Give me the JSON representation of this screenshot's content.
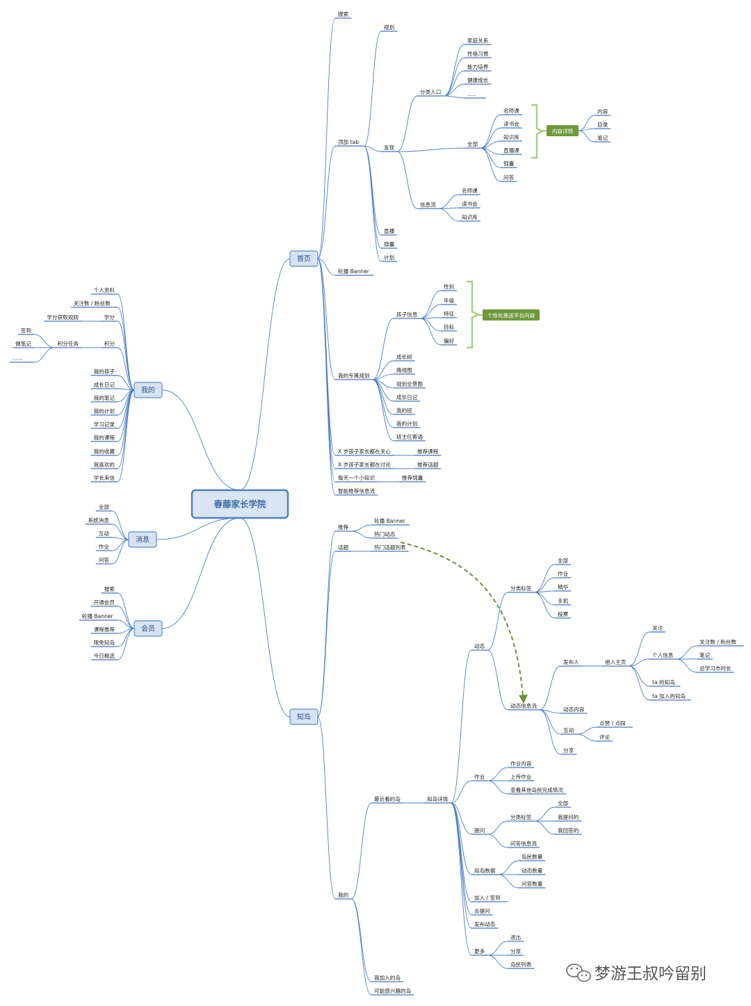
{
  "colors": {
    "line": "#4a7fc4",
    "underline": "#3f76c5",
    "main_fill": "#d6e3f2",
    "main_stroke": "#5b8bc4",
    "root_fill": "#d9e5f3",
    "root_stroke": "#4e80bf",
    "green": "#6e9a3a",
    "bracket": "#a8cf86",
    "arrow": "#6d8f36"
  },
  "root": {
    "label": "春藤家长学院"
  },
  "watermark": {
    "label": "梦游王叔吟留别",
    "icon": "wechat-icon"
  },
  "tree": {
    "home": {
      "label": "首页",
      "search": "搜索",
      "top_tab": {
        "label": "顶部 tab",
        "plan": "规划",
        "discover": {
          "label": "发现",
          "category_entry": {
            "label": "分类入口",
            "items": [
              "家庭关系",
              "性格习惯",
              "能力培养",
              "健康成长",
              "....."
            ]
          },
          "all": {
            "label": "全部",
            "items": [
              "名师课",
              "读书会",
              "知识库",
              "直播课",
              "锦囊",
              "问答"
            ]
          },
          "feed": {
            "label": "信息流",
            "items": [
              "名师课",
              "读书会",
              "知识库"
            ]
          }
        },
        "live": "直播",
        "tips": "锦囊",
        "schedule": "计划"
      },
      "content_detail": {
        "label": "内容详情",
        "items": [
          "内容",
          "目录",
          "笔记"
        ]
      },
      "banner": "轮播 Banner",
      "my_plan": {
        "label": "我的专属规划",
        "child_info": {
          "label": "孩子信息",
          "items": [
            "性别",
            "年级",
            "特征",
            "目标",
            "偏好"
          ]
        },
        "items": [
          "成长树",
          "路线图",
          "规划全景图",
          "成长日记",
          "我的班",
          "我的计划",
          "班主任寄语"
        ]
      },
      "personalized": "个性化推送平台内容",
      "pairs": [
        {
          "label": "X 岁孩子家长都在关心",
          "target": "推荐课程"
        },
        {
          "label": "X 岁孩子家长都在讨论",
          "target": "推荐话题"
        },
        {
          "label": "每天一个小知识",
          "target": "推荐锦囊"
        }
      ],
      "smart_feed": "智能推荐信息流"
    },
    "mine": {
      "label": "我的",
      "profile": "个人资料",
      "follow": "关注数 / 粉丝数",
      "credit": {
        "label": "学分",
        "rule": "学分获取规则"
      },
      "points": {
        "label": "积分",
        "task": "积分任务",
        "tasks": [
          "签到",
          "做笔记",
          "......"
        ]
      },
      "items": [
        "我的孩子",
        "成长日记",
        "我的笔记",
        "我的计划",
        "学习记录",
        "我的课程",
        "我的收藏",
        "我喜欢的",
        "学长来信"
      ]
    },
    "messages": {
      "label": "消息",
      "items": [
        "全部",
        "系统消息",
        "互动",
        "作业",
        "问答"
      ]
    },
    "member": {
      "label": "会员",
      "items": [
        "搜索",
        "开通会员",
        "轮播 Banner",
        "课程推荐",
        "限免知岛",
        "今日精选"
      ]
    },
    "island": {
      "label": "知岛",
      "recommend": {
        "label": "推荐",
        "items": [
          "轮播 Banner",
          "热门动态"
        ]
      },
      "topic": {
        "label": "话题",
        "item": "热门话题列表"
      },
      "mine": {
        "label": "我的",
        "recent": "最近看的岛",
        "detail": {
          "label": "知岛详情",
          "dynamic": {
            "label": "动态",
            "category_tags": {
              "label": "分类标签",
              "items": [
                "全部",
                "作业",
                "精华",
                "手机",
                "投票"
              ]
            },
            "feed": {
              "label": "动态信息流",
              "publisher": {
                "label": "发布人",
                "homepage": {
                  "label": "他人主页",
                  "follow": "关注",
                  "personal": {
                    "label": "个人信息",
                    "items": [
                      "关注数 / 粉丝数",
                      "笔记",
                      "总学习市时长"
                    ]
                  },
                  "islands": [
                    "ta 的知岛",
                    "ta 加入的知岛"
                  ]
                }
              },
              "content": "动态内容",
              "interact": {
                "label": "互动",
                "items": [
                  "点赞 / 点踩",
                  "评论"
                ]
              },
              "share": "分享"
            }
          },
          "homework": {
            "label": "作业",
            "items": [
              "作业内容",
              "上传作业",
              "查看其他岛民完成情况"
            ]
          },
          "question": {
            "label": "提问",
            "category_tags": {
              "label": "分类标签",
              "items": [
                "全部",
                "我提问的",
                "我回答的"
              ]
            },
            "feed": "问答信息流"
          },
          "data": {
            "label": "知岛数据",
            "items": [
              "岛民数量",
              "动态数量",
              "问答数量"
            ]
          },
          "join": "加入 / 签到",
          "ask": "去提问",
          "post": "发布动态",
          "more": {
            "label": "更多",
            "items": [
              "退出",
              "分享",
              "岛民列表"
            ]
          }
        },
        "joined": "我加入的岛",
        "interested": "可能感兴趣的岛"
      }
    }
  }
}
